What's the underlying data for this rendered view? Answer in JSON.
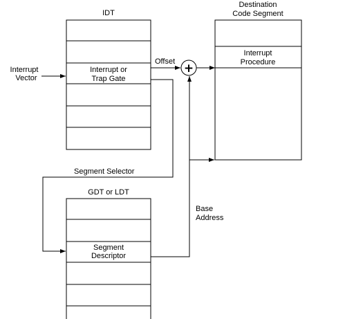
{
  "idt": {
    "title": "IDT",
    "gate_line1": "Interrupt or",
    "gate_line2": "Trap Gate"
  },
  "interrupt_vector": {
    "line1": "Interrupt",
    "line2": "Vector"
  },
  "offset_label": "Offset",
  "adder_symbol": "+",
  "destination": {
    "title_line1": "Destination",
    "title_line2": "Code Segment",
    "proc_line1": "Interrupt",
    "proc_line2": "Procedure"
  },
  "segment_selector_label": "Segment Selector",
  "gdt": {
    "title": "GDT or LDT",
    "desc_line1": "Segment",
    "desc_line2": "Descriptor"
  },
  "base_address": {
    "line1": "Base",
    "line2": "Address"
  }
}
